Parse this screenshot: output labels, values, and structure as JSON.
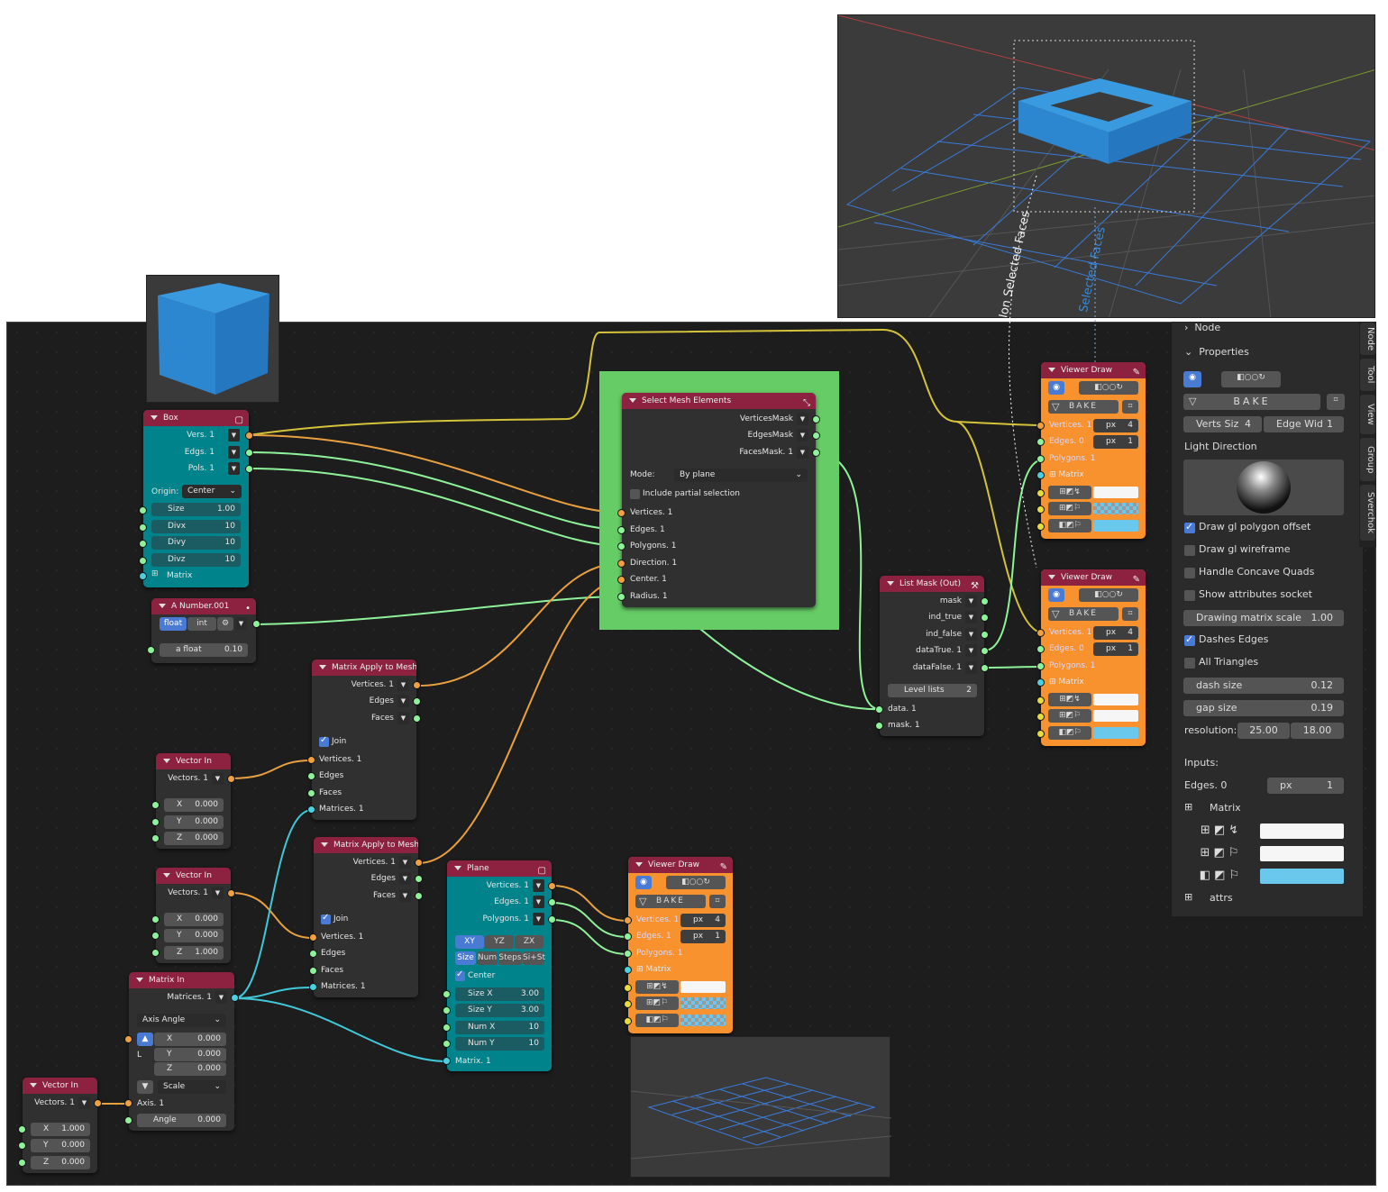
{
  "box_node": {
    "title": "Box",
    "outputs": [
      "Vers. 1",
      "Edgs. 1",
      "Pols. 1"
    ],
    "origin_label": "Origin:",
    "origin_value": "Center",
    "fields": [
      {
        "label": "Size",
        "value": "1.00"
      },
      {
        "label": "Divx",
        "value": "10"
      },
      {
        "label": "Divy",
        "value": "10"
      },
      {
        "label": "Divz",
        "value": "10"
      }
    ],
    "matrix_label": "Matrix"
  },
  "anumber": {
    "title": "A Number.001",
    "float_label": "float",
    "int_label": "int",
    "field_label": "a float",
    "field_value": "0.10"
  },
  "vector_in_1": {
    "title": "Vector In",
    "output": "Vectors. 1",
    "x": "0.000",
    "y": "0.000",
    "z": "0.000"
  },
  "vector_in_2": {
    "title": "Vector In",
    "output": "Vectors. 1",
    "x": "0.000",
    "y": "0.000",
    "z": "1.000"
  },
  "vector_in_3": {
    "title": "Vector In",
    "output": "Vectors. 1",
    "x": "1.000",
    "y": "0.000",
    "z": "0.000"
  },
  "axis_labels": {
    "x": "X",
    "y": "Y",
    "z": "Z",
    "l": "L"
  },
  "matrix_apply_1": {
    "title": "Matrix Apply to Mesh",
    "outputs": [
      "Vertices. 1",
      "Edges",
      "Faces"
    ],
    "join_label": "Join",
    "inputs": [
      "Vertices. 1",
      "Edges",
      "Faces",
      "Matrices. 1"
    ]
  },
  "matrix_apply_2": {
    "title": "Matrix Apply to Mesh",
    "outputs": [
      "Vertices. 1",
      "Edges",
      "Faces"
    ],
    "join_label": "Join",
    "inputs": [
      "Vertices. 1",
      "Edges",
      "Faces",
      "Matrices. 1"
    ]
  },
  "matrix_in": {
    "title": "Matrix In",
    "output": "Matrices. 1",
    "mode": "Axis Angle",
    "x": "0.000",
    "y": "0.000",
    "z": "0.000",
    "scale_label": "Scale",
    "axis_label": "Axis. 1",
    "angle_label": "Angle",
    "angle_value": "0.000"
  },
  "plane": {
    "title": "Plane",
    "outputs": [
      "Vertices. 1",
      "Edges. 1",
      "Polygons. 1"
    ],
    "dir_buttons": [
      "XY",
      "YZ",
      "ZX"
    ],
    "mode_buttons": [
      "Size",
      "Num",
      "Steps",
      "Si+St"
    ],
    "center_label": "Center",
    "fields": [
      {
        "label": "Size X",
        "value": "3.00"
      },
      {
        "label": "Size Y",
        "value": "3.00"
      },
      {
        "label": "Num X",
        "value": "10"
      },
      {
        "label": "Num Y",
        "value": "10"
      }
    ],
    "matrix_label": "Matrix. 1"
  },
  "select_mesh": {
    "title": "Select Mesh Elements",
    "outputs": [
      "VerticesMask",
      "EdgesMask",
      "FacesMask. 1"
    ],
    "mode_label": "Mode:",
    "mode_value": "By plane",
    "partial_label": "Include partial selection",
    "inputs": [
      "Vertices. 1",
      "Edges. 1",
      "Polygons. 1",
      "Direction. 1",
      "Center. 1",
      "Radius. 1"
    ]
  },
  "list_mask": {
    "title": "List Mask (Out)",
    "outputs": [
      "mask",
      "ind_true",
      "ind_false",
      "dataTrue. 1",
      "dataFalse. 1"
    ],
    "level_label": "Level lists",
    "level_value": "2",
    "inputs": [
      "data. 1",
      "mask. 1"
    ]
  },
  "viewer_draw": {
    "title": "Viewer Draw",
    "bake": "BAKE",
    "inputs": [
      "Vertices. 1",
      "Edges. 0",
      "Polygons. 1",
      "Matrix"
    ],
    "px_label": "px",
    "vert_size": "4",
    "edge_width": "1"
  },
  "viewer_draw_bottom": {
    "inputs": [
      "Vertices. 1",
      "Edges. 1",
      "Polygons. 1",
      "Matrix"
    ]
  },
  "annotations": {
    "non_selected": "Non Selected Faces",
    "selected": "Selected Faces"
  },
  "panel": {
    "node_header": "Node",
    "properties_header": "Properties",
    "bake": "BAKE",
    "verts_size_label": "Verts Siz",
    "verts_size_value": "4",
    "edge_width_label": "Edge Wid",
    "edge_width_value": "1",
    "light_direction": "Light Direction",
    "checks": [
      {
        "label": "Draw gl polygon offset",
        "on": true
      },
      {
        "label": "Draw gl wireframe",
        "on": false
      },
      {
        "label": "Handle Concave Quads",
        "on": false
      },
      {
        "label": "Show attributes socket",
        "on": false
      }
    ],
    "matrix_scale_label": "Drawing matrix scale",
    "matrix_scale_value": "1.00",
    "dashes_label": "Dashes Edges",
    "triangles_label": "All Triangles",
    "dash_size_label": "dash size",
    "dash_size_value": "0.12",
    "gap_size_label": "gap size",
    "gap_size_value": "0.19",
    "resolution_label": "resolution:",
    "resolution_x": "25.00",
    "resolution_y": "18.00",
    "inputs_label": "Inputs:",
    "edges_label": "Edges. 0",
    "px_label": "px",
    "px_value": "1",
    "matrix_label": "Matrix",
    "attrs_label": "attrs"
  },
  "tabs": [
    "Node",
    "Tool",
    "View",
    "Group",
    "Sverchok"
  ],
  "colors": {
    "node_header": "#8c2240",
    "teal": "#00838a",
    "orange": "#f7922e",
    "frame": "#66cc66",
    "accent": "#4a7bd4"
  }
}
